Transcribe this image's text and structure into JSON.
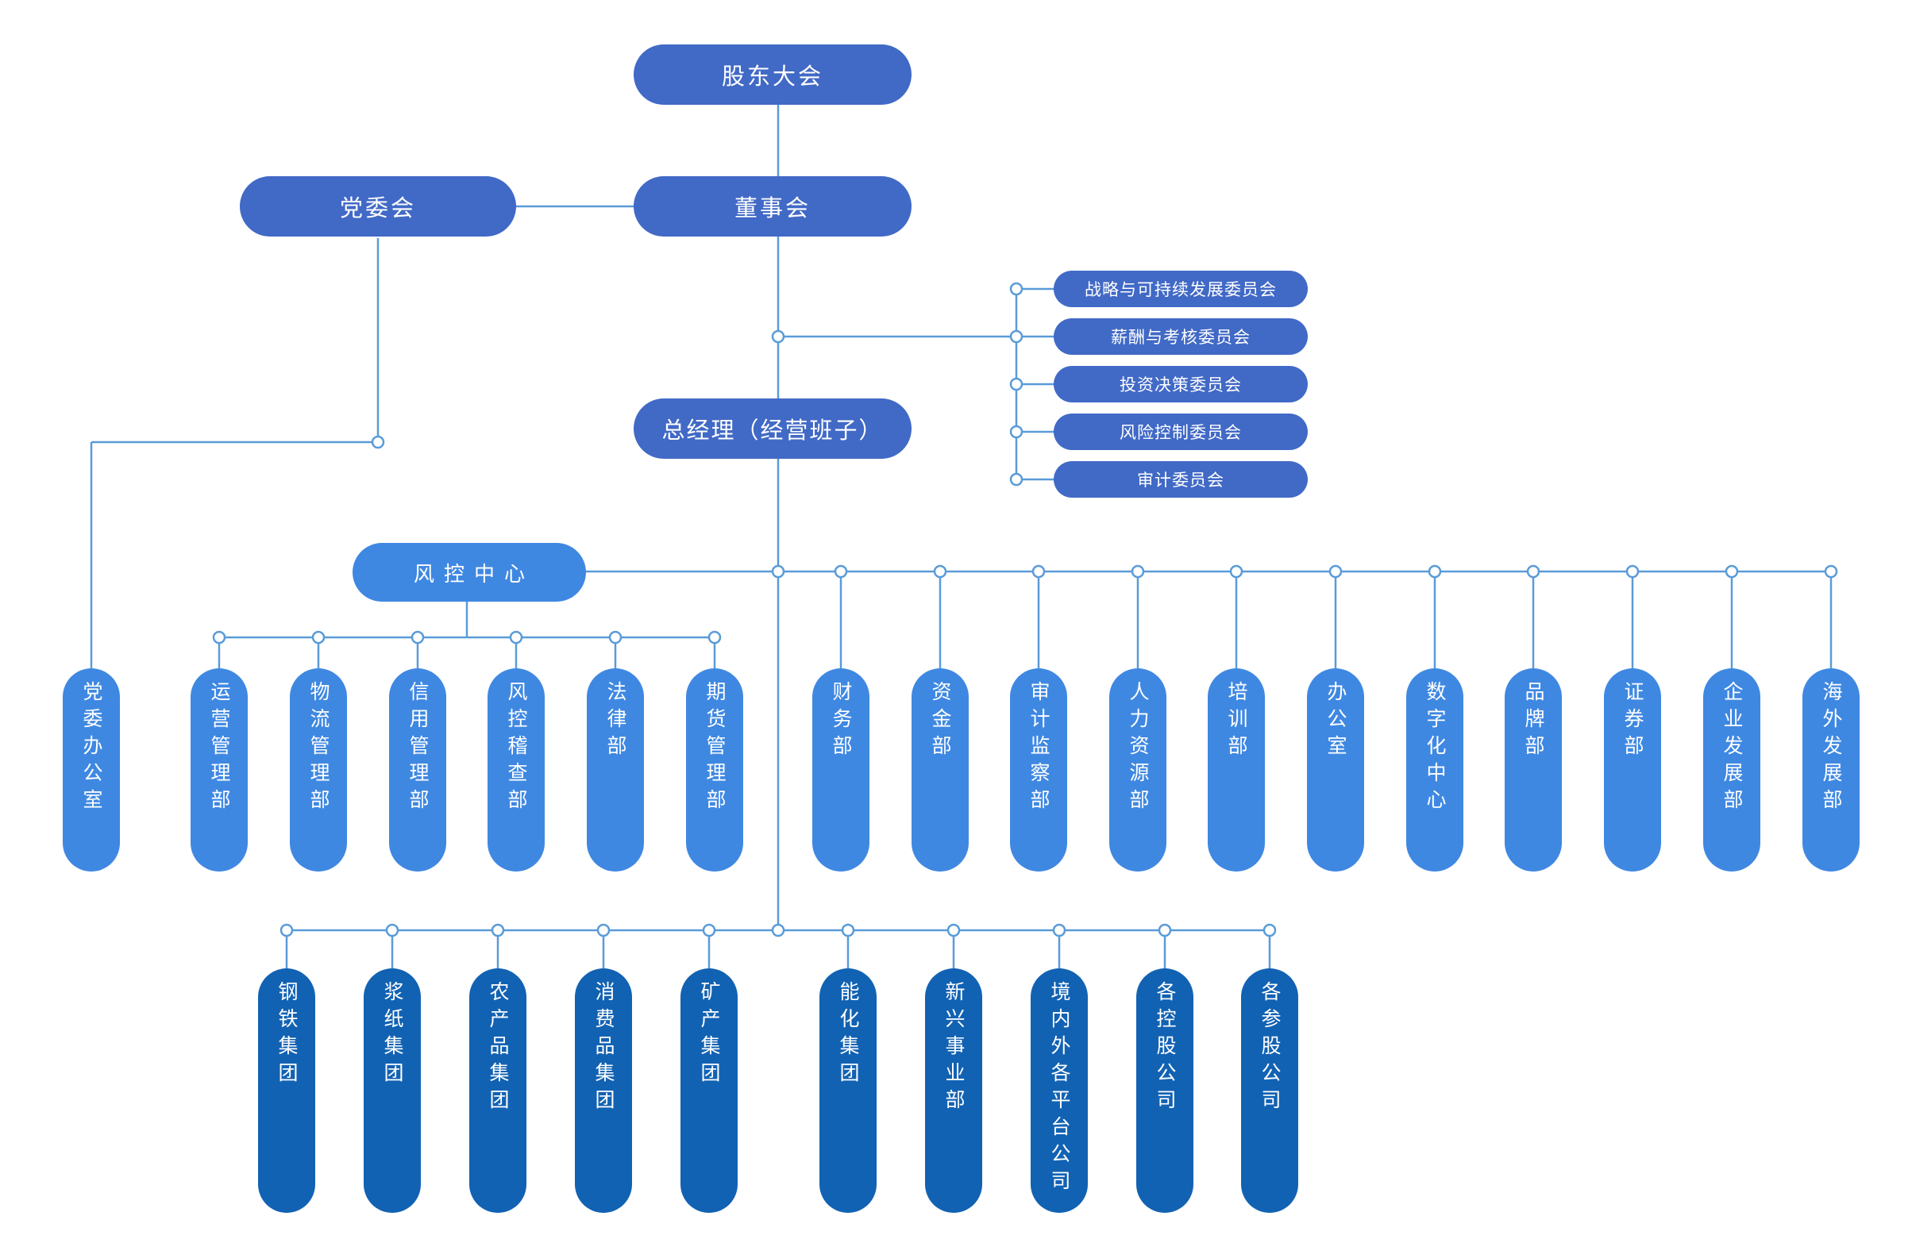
{
  "colors": {
    "line": "#5a9bd8",
    "top_node": "#4169c6",
    "department": "#3f88e2",
    "group": "#1262b3"
  },
  "top": {
    "shareholders": "股东大会",
    "board": "董事会",
    "party_committee": "党委会",
    "general_manager": "总经理（经营班子）"
  },
  "committees": [
    "战略与可持续发展委员会",
    "薪酬与考核委员会",
    "投资决策委员会",
    "风险控制委员会",
    "审计委员会"
  ],
  "risk_center": "风控中心",
  "party_office": "党委办公室",
  "risk_departments": [
    "运营管理部",
    "物流管理部",
    "信用管理部",
    "风控稽查部",
    "法律部",
    "期货管理部"
  ],
  "departments": [
    "财务部",
    "资金部",
    "审计监察部",
    "人力资源部",
    "培训部",
    "办公室",
    "数字化中心",
    "品牌部",
    "证券部",
    "企业发展部",
    "海外发展部"
  ],
  "groups": [
    "钢铁集团",
    "浆纸集团",
    "农产品集团",
    "消费品集团",
    "矿产集团",
    "能化集团",
    "新兴事业部",
    "境内外各平台公司",
    "各控股公司",
    "各参股公司"
  ]
}
